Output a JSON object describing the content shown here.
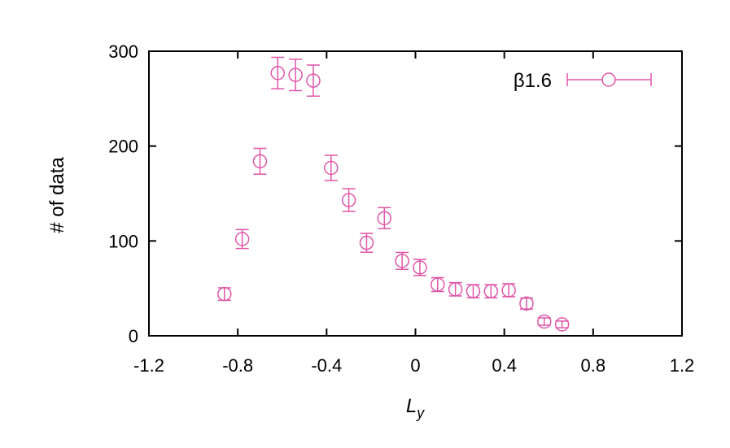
{
  "chart_data": {
    "type": "scatter",
    "xlabel": "L",
    "xlabel_sub": "y",
    "ylabel": "# of data",
    "xlim": [
      -1.2,
      1.2
    ],
    "ylim": [
      0,
      300
    ],
    "x_ticks": [
      "-1.2",
      "-0.8",
      "-0.4",
      "0",
      "0.4",
      "0.8",
      "1.2"
    ],
    "x_tick_values": [
      -1.2,
      -0.8,
      -0.4,
      0,
      0.4,
      0.8,
      1.2
    ],
    "y_ticks": [
      "0",
      "100",
      "200",
      "300"
    ],
    "y_tick_values": [
      0,
      100,
      200,
      300
    ],
    "grid": false,
    "legend_position": "top-right",
    "color": "#e056a8",
    "series": [
      {
        "name": "β1.6",
        "points": [
          {
            "x": -0.86,
            "y": 44,
            "err": 6.6
          },
          {
            "x": -0.78,
            "y": 102,
            "err": 10
          },
          {
            "x": -0.7,
            "y": 184,
            "err": 13.6
          },
          {
            "x": -0.62,
            "y": 277,
            "err": 16.6
          },
          {
            "x": -0.54,
            "y": 275,
            "err": 16.6
          },
          {
            "x": -0.46,
            "y": 269,
            "err": 16.4
          },
          {
            "x": -0.38,
            "y": 177,
            "err": 13.3
          },
          {
            "x": -0.3,
            "y": 143,
            "err": 12
          },
          {
            "x": -0.22,
            "y": 98,
            "err": 9.9
          },
          {
            "x": -0.14,
            "y": 124,
            "err": 11.1
          },
          {
            "x": -0.06,
            "y": 79,
            "err": 8.9
          },
          {
            "x": 0.02,
            "y": 72,
            "err": 8.5
          },
          {
            "x": 0.1,
            "y": 54,
            "err": 7.3
          },
          {
            "x": 0.18,
            "y": 49,
            "err": 7
          },
          {
            "x": 0.26,
            "y": 47,
            "err": 6.9
          },
          {
            "x": 0.34,
            "y": 47,
            "err": 6.9
          },
          {
            "x": 0.42,
            "y": 48,
            "err": 6.9
          },
          {
            "x": 0.5,
            "y": 34,
            "err": 5.8
          },
          {
            "x": 0.58,
            "y": 15,
            "err": 3.9
          },
          {
            "x": 0.66,
            "y": 12,
            "err": 3.5
          }
        ]
      }
    ]
  }
}
